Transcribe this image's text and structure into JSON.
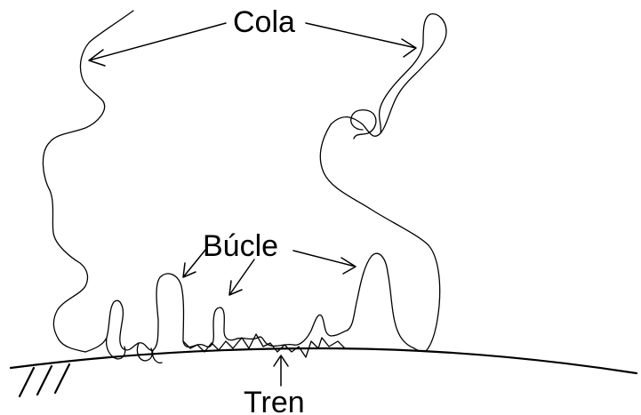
{
  "labels": {
    "tail": "Cola",
    "loops": "Búcle",
    "train": "Tren"
  }
}
